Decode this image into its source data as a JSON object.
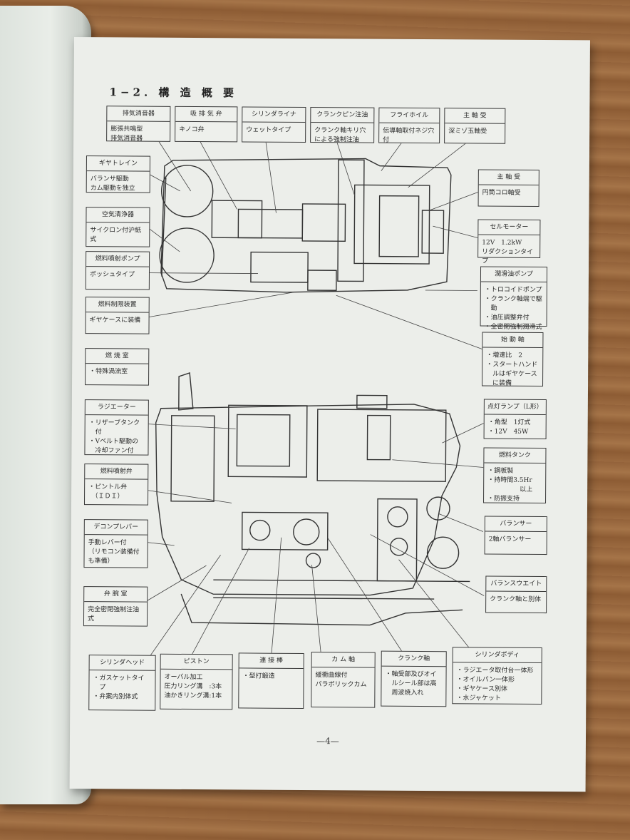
{
  "title": "1−2. 構 造 概 要",
  "page_number": "—4—",
  "labels": {
    "exhaust_muffler": {
      "heading": "排気消音器",
      "body": "膨張共鳴型\n排気消音器"
    },
    "valves": {
      "heading": "吸 排 気 弁",
      "body": "キノコ弁"
    },
    "cylinder_liner": {
      "heading": "シリンダライナ",
      "body": "ウェットタイプ"
    },
    "crank_pin": {
      "heading": "クランクピン注油",
      "body": "クランク軸キリ穴\nによる強制注油"
    },
    "flywheel": {
      "heading": "フライホイル",
      "body": "伝導軸取付ネジ穴\n付"
    },
    "main_bearing_top": {
      "heading": "主 軸 受",
      "body": "深ミゾ玉軸受"
    },
    "gear_train": {
      "heading": "ギヤトレイン",
      "body": "バランサ駆動\nカム駆動を独立"
    },
    "main_bearing_right": {
      "heading": "主 軸 受",
      "body": "円筒コロ軸受"
    },
    "air_cleaner": {
      "heading": "空気清浄器",
      "body": "サイクロン付沪紙\n式"
    },
    "starter_motor": {
      "heading": "セルモーター",
      "body": "12V　1.2kW\nリダクションタイプ"
    },
    "fuel_pump": {
      "heading": "燃料噴射ポンプ",
      "body": "ボッシュタイプ"
    },
    "lube_pump": {
      "heading": "潤滑油ポンプ",
      "body": "・トロコイドポンプ\n・クランク軸端で駆\n　動\n・油圧調整弁付\n・全密閉強制潤滑式"
    },
    "fuel_limiter": {
      "heading": "燃料制限装置",
      "body": "ギヤケースに装備"
    },
    "start_shaft": {
      "heading": "始 動 軸",
      "body": "・増速比　2\n・スタートハンド\n　ルはギヤケース\n　に装備"
    },
    "combustion": {
      "heading": "燃 焼 室",
      "body": "・特殊渦流室"
    },
    "radiator": {
      "heading": "ラジエーター",
      "body": "・リザーブタンク\n　付\n・Vベルト駆動の\n　冷却ファン付"
    },
    "lamp": {
      "heading": "点灯ランプ（L形）",
      "body": "・角型　1灯式\n・12V　45W"
    },
    "fuel_tank": {
      "heading": "燃料タンク",
      "body": "・鋼板製\n・持時間3.5Hr\n　　　　　以上\n・防振支持"
    },
    "injector": {
      "heading": "燃料噴射弁",
      "body": "・ピントル弁\n　（ＩＤＩ）"
    },
    "decomp": {
      "heading": "デコンプレバー",
      "body": "手動レバー付\n（リモコン装備付\nも準備）"
    },
    "balancer": {
      "heading": "バランサー",
      "body": "2軸バランサー"
    },
    "valve_chamber": {
      "heading": "弁 腕 室",
      "body": "完全密閉強制注油\n式"
    },
    "balance_weight": {
      "heading": "バランスウエイト",
      "body": "クランク軸と別体"
    },
    "cylinder_head": {
      "heading": "シリンダヘッド",
      "body": "・ガスケットタイ\n　プ\n・弁案内別体式"
    },
    "piston": {
      "heading": "ピストン",
      "body": "オーバル加工\n圧力リング溝　:3本\n油かきリング溝:1本"
    },
    "conrod": {
      "heading": "連 接 棒",
      "body": "・型打鍛造"
    },
    "camshaft": {
      "heading": "カ ム 軸",
      "body": "緩衝曲線付\nパラボリックカム"
    },
    "crankshaft": {
      "heading": "クランク軸",
      "body": "・軸受部及びオイ\n　ルシール部は高\n　周波焼入れ"
    },
    "cylinder_body": {
      "heading": "シリンダボディ",
      "body": "・ラジエータ取付台一体形\n・オイルパン一体形\n・ギヤケース別体\n・水ジャケット"
    }
  }
}
